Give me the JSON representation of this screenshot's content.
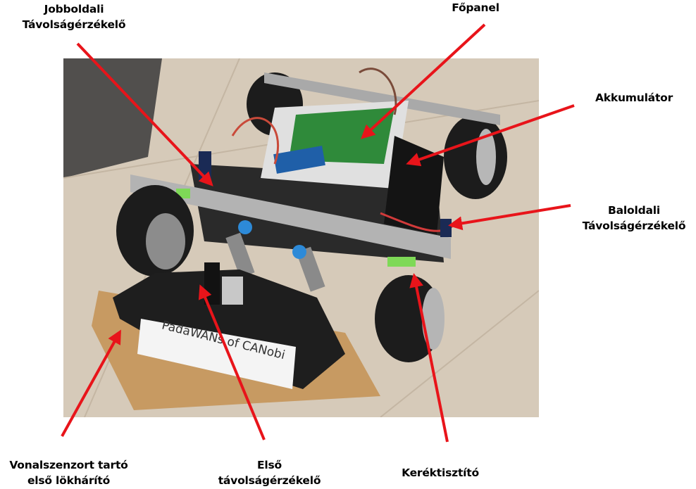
{
  "labels": {
    "right_sensor": {
      "line1": "Jobboldali",
      "line2": "Távolságérzékelő"
    },
    "main_panel": {
      "line1": "Főpanel"
    },
    "battery": {
      "line1": "Akkumulátor"
    },
    "left_sensor": {
      "line1": "Baloldali",
      "line2": "Távolságérzékelő"
    },
    "bumper": {
      "line1": "Vonalszenzort tartó",
      "line2": "első lökhárító"
    },
    "front_sensor": {
      "line1": "Első",
      "line2": "távolságérzékelő"
    },
    "wheel_cleaner": {
      "line1": "Keréktisztító"
    }
  },
  "photo": {
    "bumper_text": "PadaWANs of CANobi"
  },
  "colors": {
    "arrow": "#e8141a",
    "floor": "#d9cdbd",
    "pcb": "#2f8a3a",
    "tire": "#1c1c1c"
  }
}
